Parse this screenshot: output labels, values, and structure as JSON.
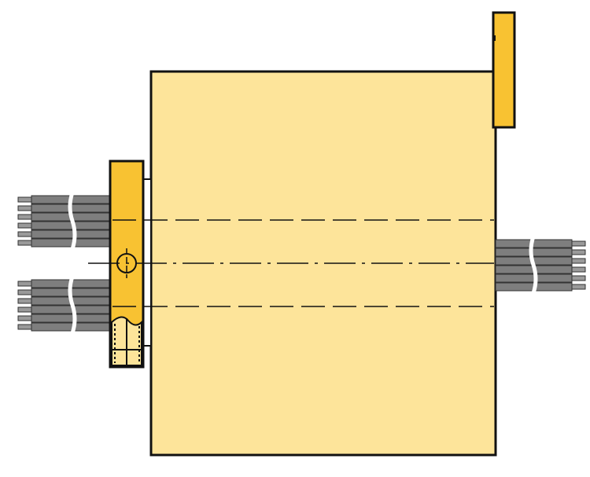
{
  "colors": {
    "body_fill": "#FDE49A",
    "bracket_fill": "#F8C232",
    "cable_fill": "#7E7E7E",
    "cable_end_fill": "#9A9A9A",
    "outline": "#111111"
  },
  "cable_groups": [
    {
      "side": "left",
      "conductors": 6
    },
    {
      "side": "left",
      "conductors": 6
    },
    {
      "side": "right",
      "conductors": 6
    }
  ]
}
